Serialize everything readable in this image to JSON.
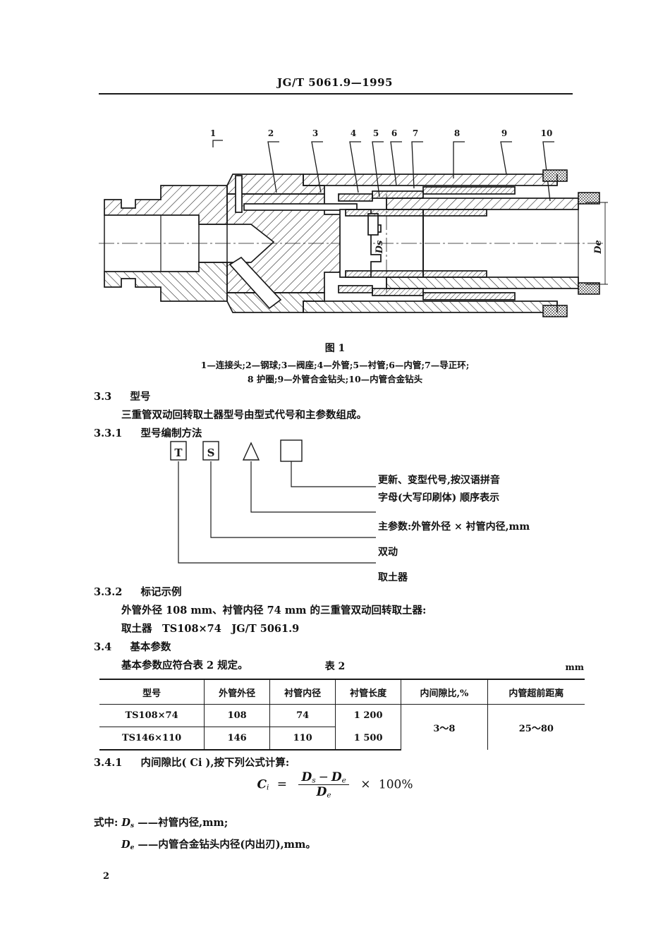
{
  "header": {
    "standard_code": "JG/T 5061.9—1995"
  },
  "figure": {
    "caption": "图 1",
    "legend_line1": "1—连接头;2—钢球;3—阀座;4—外管;5—衬管;6—内管;7—导正环;",
    "legend_line2": "8 护圈;9—外管合金钻头;10—内管合金钻头",
    "leader_numbers": [
      "1",
      "2",
      "3",
      "4",
      "5",
      "6",
      "7",
      "8",
      "9",
      "10"
    ],
    "dimension_labels": [
      "Ds",
      "De"
    ]
  },
  "sections": {
    "s33_num": "3.3",
    "s33_title": "型号",
    "s33_body": "三重管双动回转取土器型号由型式代号和主参数组成。",
    "s331_num": "3.3.1",
    "s331_title": "型号编制方法",
    "s332_num": "3.3.2",
    "s332_title": "标记示例",
    "s332_line1": "外管外径 108 mm、衬管内径 74 mm 的三重管双动回转取土器:",
    "s332_line2": "取土器　TS108×74　JG/T 5061.9",
    "s34_num": "3.4",
    "s34_title": "基本参数",
    "s34_body": "基本参数应符合表 2 规定。",
    "s341_num": "3.4.1",
    "s341_text": "内间隙比( Ci ),按下列公式计算:"
  },
  "code_diagram": {
    "boxes": [
      "T",
      "S",
      "△",
      "□"
    ],
    "notes": [
      "更新、变型代号,按汉语拼音",
      "字母(大写印刷体) 顺序表示",
      "主参数:外管外径 × 衬管内径,mm",
      "双动",
      "取土器"
    ]
  },
  "table": {
    "title": "表 2",
    "unit": "mm",
    "headers": [
      "型号",
      "外管外径",
      "衬管内径",
      "衬管长度",
      "内间隙比,%",
      "内管超前距离"
    ],
    "rows": [
      {
        "model": "TS108×74",
        "outer_dia": "108",
        "liner_id": "74",
        "liner_len": "1 200"
      },
      {
        "model": "TS146×110",
        "outer_dia": "146",
        "liner_id": "110",
        "liner_len": "1 500"
      }
    ],
    "gap_ratio": "3～8",
    "lead_distance": "25～80"
  },
  "formula": {
    "lhs": "C",
    "lhs_sub": "i",
    "eq": "=",
    "numer_a": "D",
    "numer_a_sub": "s",
    "minus": "−",
    "numer_b": "D",
    "numer_b_sub": "e",
    "denom": "D",
    "denom_sub": "e",
    "times": "×",
    "pct": "100%",
    "where_label": "式中:",
    "def1": "——衬管内径,mm;",
    "def1_sym": "D",
    "def1_sub": "s",
    "def2": "——内管合金钻头内径(内出刃),mm。",
    "def2_sym": "D",
    "def2_sub": "e"
  },
  "footer": {
    "page_number": "2"
  },
  "colors": {
    "ink": "#1a1a1a",
    "paper": "#ffffff"
  }
}
